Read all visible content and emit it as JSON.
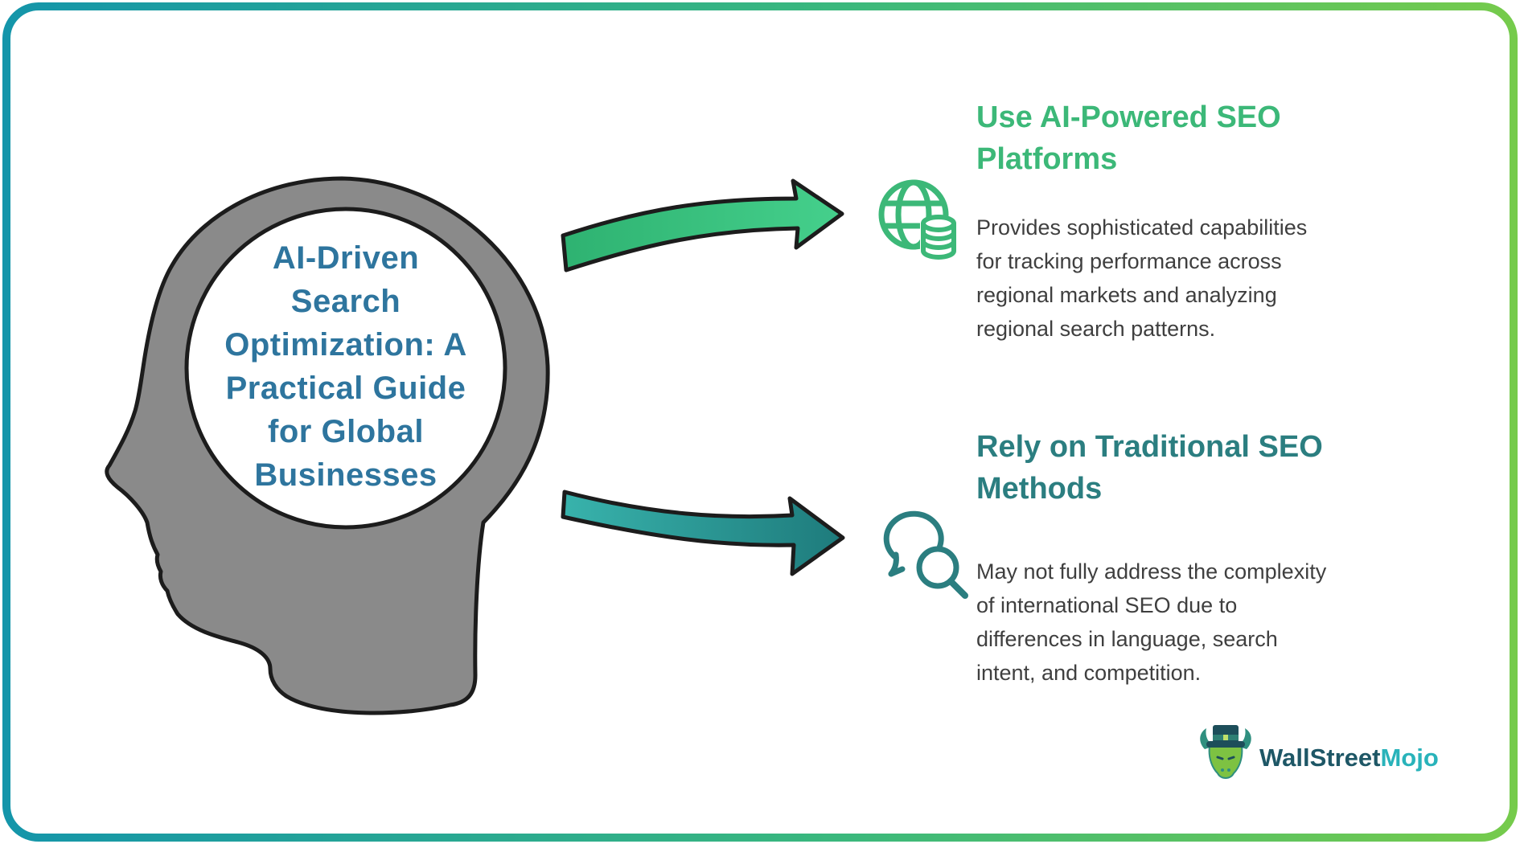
{
  "frame": {
    "border_gradient_start": "#1495aa",
    "border_gradient_end": "#76cb4b",
    "background": "#ffffff"
  },
  "head": {
    "title_lines": [
      "AI-Driven",
      "Search",
      "Optimization: A",
      "Practical Guide",
      "for Global",
      "Businesses"
    ],
    "title_color": "#2e759e",
    "silhouette_color": "#8a8a8a",
    "outline_color": "#1c1c1c",
    "brain_circle_color": "#ffffff"
  },
  "arrows": {
    "top": {
      "fill_start": "#2eb271",
      "fill_end": "#45d08c",
      "outline": "#1c1c1c",
      "direction": "right"
    },
    "bottom": {
      "fill_start": "#38b3ac",
      "fill_end": "#1e7b7c",
      "outline": "#1c1c1c",
      "direction": "right"
    }
  },
  "sections": [
    {
      "icon": "globe-database-icon",
      "accent_color": "#3cb878",
      "title_lines": [
        "Use AI-Powered SEO",
        "Platforms"
      ],
      "body_lines": [
        "Provides sophisticated capabilities",
        "for tracking performance across",
        "regional markets and analyzing",
        "regional search patterns."
      ]
    },
    {
      "icon": "chat-search-icon",
      "accent_color": "#2b7e80",
      "title_lines": [
        "Rely on Traditional SEO",
        "Methods"
      ],
      "body_lines": [
        "May not fully address the complexity",
        "of international SEO due to",
        "differences in language, search",
        "intent, and competition."
      ]
    }
  ],
  "logo": {
    "brand_primary": "WallStreet",
    "brand_secondary": "Mojo",
    "primary_color": "#1e5766",
    "secondary_color": "#29b3ba",
    "mascot": "bull-with-top-hat-icon"
  }
}
